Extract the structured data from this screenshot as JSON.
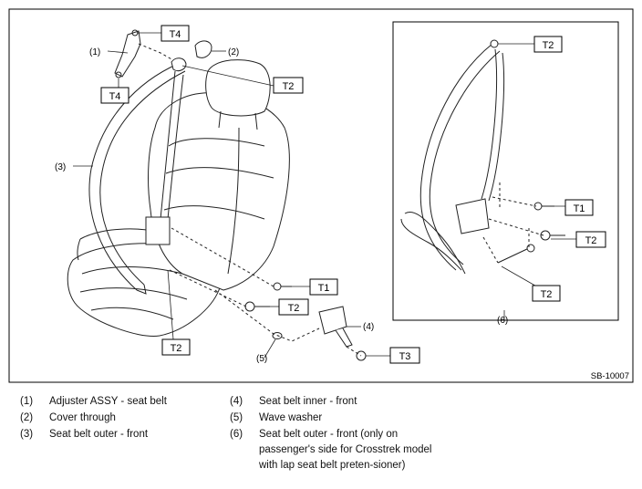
{
  "figure_code": "SB-10007",
  "callouts": {
    "t4_top": "T4",
    "t4_bottom": "T4",
    "t2_upper": "T2",
    "t1_main": "T1",
    "t2_main_bolt": "T2",
    "t2_main_lower": "T2",
    "t3_main": "T3",
    "t2_inset_top": "T2",
    "t1_inset": "T1",
    "t2_inset_mid": "T2",
    "t2_inset_bottom": "T2"
  },
  "part_labels": {
    "p1": "(1)",
    "p2": "(2)",
    "p3": "(3)",
    "p4": "(4)",
    "p5": "(5)",
    "p6": "(6)"
  },
  "legend": {
    "left": [
      {
        "num": "(1)",
        "text": "Adjuster ASSY - seat belt"
      },
      {
        "num": "(2)",
        "text": "Cover through"
      },
      {
        "num": "(3)",
        "text": "Seat belt outer - front"
      }
    ],
    "right": [
      {
        "num": "(4)",
        "text": "Seat belt inner - front"
      },
      {
        "num": "(5)",
        "text": "Wave washer"
      },
      {
        "num": "(6)",
        "text": "Seat belt outer - front (only on passenger's side for Crosstrek model with lap seat belt preten-sioner)"
      }
    ]
  }
}
